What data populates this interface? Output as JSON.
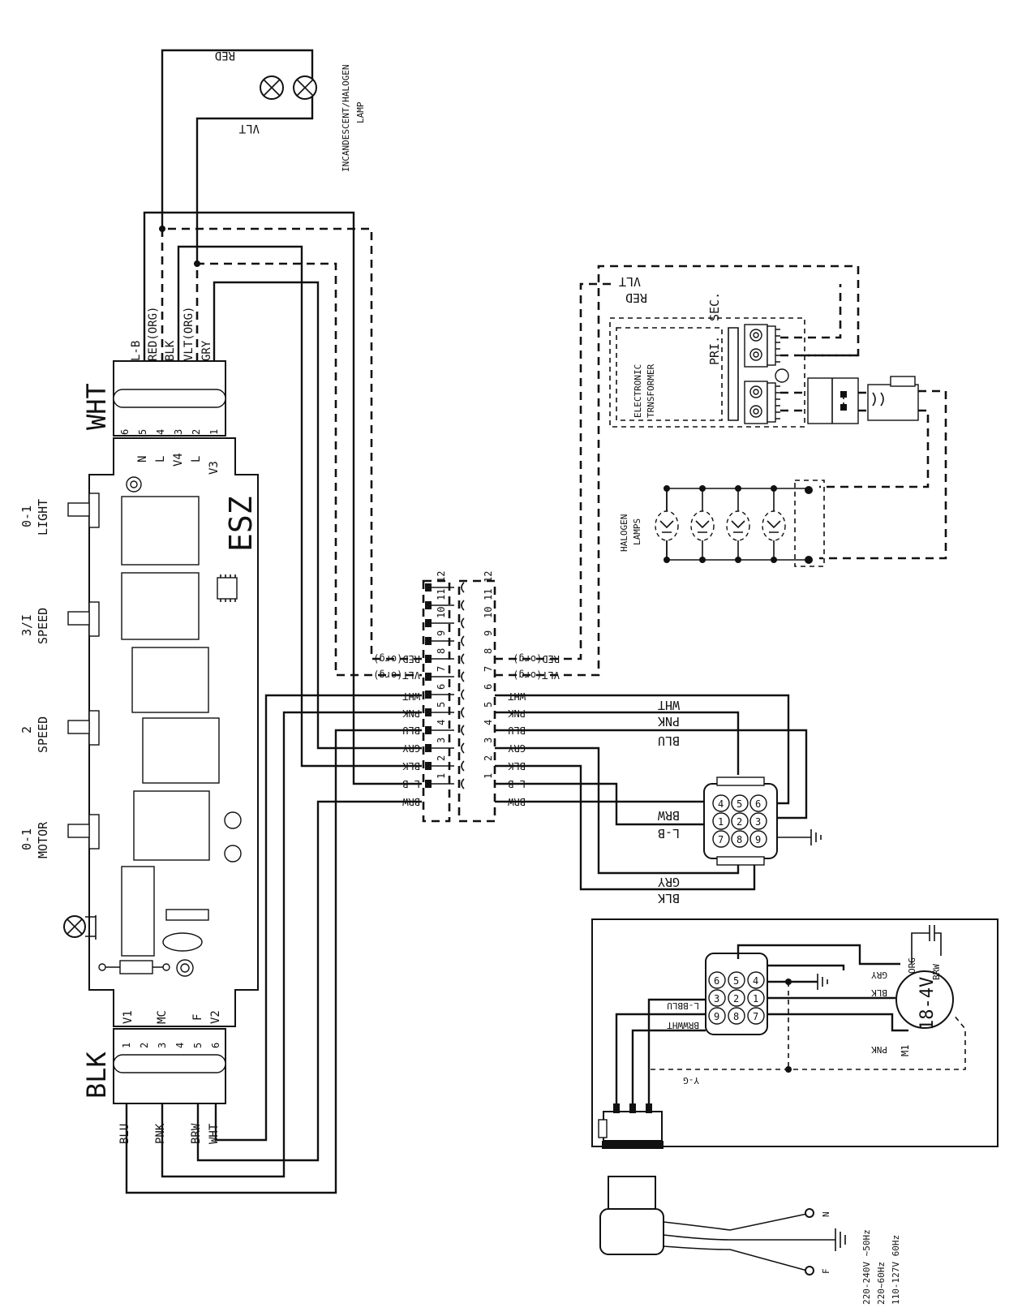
{
  "lamp": {
    "title": "INCANDESCENT/HALOGEN",
    "subtitle": "LAMP",
    "wire_top": "RED",
    "wire_bottom": "VLT"
  },
  "board": {
    "name": "ESZ",
    "wht_connector": {
      "label": "WHT",
      "wires": [
        "L-B",
        "RED(ORG)",
        "BLK",
        "VLT(ORG)",
        "GRY"
      ],
      "pins": [
        "6",
        "5",
        "4",
        "3",
        "2",
        "1"
      ],
      "terminals": [
        "N",
        "L",
        "V4",
        "L",
        "V3"
      ]
    },
    "blk_connector": {
      "label": "BLK",
      "pins": [
        "1",
        "2",
        "3",
        "4",
        "5",
        "6"
      ],
      "terminals": [
        "V1",
        "MC",
        "F",
        "V2"
      ],
      "wires": [
        "BLU",
        "PNK",
        "BRW",
        "WHT"
      ]
    },
    "switches": [
      {
        "line1": "0-1",
        "line2": "LIGHT"
      },
      {
        "line1": "3/I",
        "line2": "SPEED"
      },
      {
        "line1": "2",
        "line2": "SPEED"
      },
      {
        "line1": "0-1",
        "line2": "MOTOR"
      }
    ]
  },
  "terminal_block": {
    "pins": [
      "12",
      "11",
      "10",
      "9",
      "8",
      "7",
      "6",
      "5",
      "4",
      "3",
      "2",
      "1"
    ],
    "left_labels": [
      "RED(org)",
      "VLT(org)",
      "WHT",
      "PNK",
      "BLU",
      "GRY",
      "BLK",
      "L-B",
      "BRW"
    ],
    "right_labels": [
      "RED(org)",
      "VLT(org)",
      "WHT",
      "PNK",
      "BLU",
      "GRY",
      "BLK",
      "L-B",
      "BRW"
    ]
  },
  "connector9": {
    "pins": [
      "4",
      "1",
      "7",
      "5",
      "2",
      "8",
      "6",
      "3",
      "9"
    ],
    "wire_labels": [
      "WHT",
      "PNK",
      "BLU",
      "BRW",
      "L-B",
      "GRY",
      "BLK"
    ]
  },
  "transformer": {
    "title": "ELECTRONIC",
    "subtitle": "TRNSFORMER",
    "pri": "PRI.",
    "sec": "SEC.",
    "wire_top": "VLT",
    "wire_bottom": "RED"
  },
  "halogen": {
    "line1": "HALOGEN",
    "line2": "LAMPS"
  },
  "motor": {
    "label": "18-4V",
    "id": "M1",
    "connector_pins": [
      "6",
      "3",
      "9",
      "5",
      "2",
      "8",
      "4",
      "1",
      "7"
    ],
    "wire_labels": [
      "GRY",
      "BLK",
      "PNK",
      "ORG",
      "BRW",
      "L-BBLU",
      "BRWWHT",
      "Y-G"
    ]
  },
  "power": {
    "lines": [
      "220-240V ~50Hz",
      "220~60Hz",
      "110-127V 60Hz"
    ],
    "terminals": [
      "N",
      "F"
    ]
  }
}
